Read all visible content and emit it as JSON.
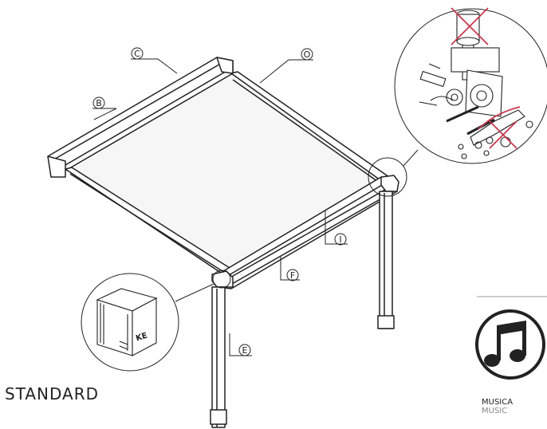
{
  "title": "STANDARD",
  "callouts": {
    "c": "C",
    "o": "O",
    "b": "B",
    "i": "I",
    "f": "F",
    "e": "E"
  },
  "music": {
    "label_it": "MUSICA",
    "label_en": "MUSIC",
    "icon": "music-note-icon"
  },
  "colors": {
    "line": "#222222",
    "cross": "#c8384e",
    "fabric": "#f4f4f4"
  }
}
